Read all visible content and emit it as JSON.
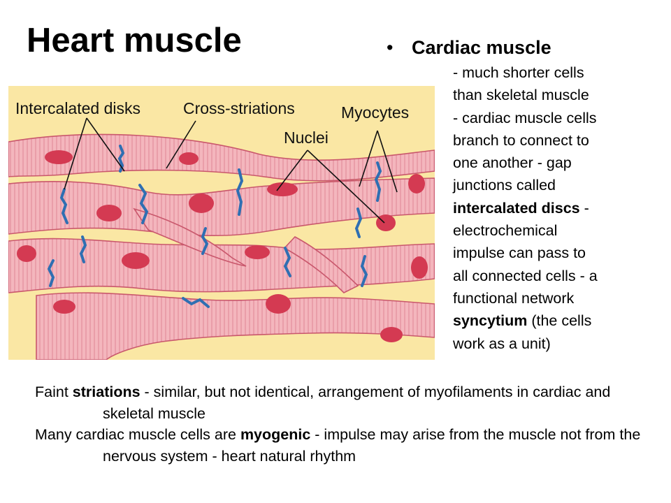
{
  "title": "Heart muscle",
  "bullet": {
    "marker": "•",
    "heading": "Cardiac muscle",
    "lines": [
      {
        "pre": "- much shorter cells",
        "bold": "",
        "post": ""
      },
      {
        "pre": "than skeletal muscle",
        "bold": "",
        "post": ""
      },
      {
        "pre": "- cardiac muscle cells",
        "bold": "",
        "post": ""
      },
      {
        "pre": "branch to connect to",
        "bold": "",
        "post": ""
      },
      {
        "pre": "one another - gap",
        "bold": "",
        "post": ""
      },
      {
        "pre": "junctions called",
        "bold": "",
        "post": ""
      },
      {
        "pre": "",
        "bold": "intercalated discs",
        "post": " -"
      },
      {
        "pre": "electrochemical",
        "bold": "",
        "post": ""
      },
      {
        "pre": "impulse can pass to",
        "bold": "",
        "post": ""
      },
      {
        "pre": "all connected cells - a",
        "bold": "",
        "post": ""
      },
      {
        "pre": "functional network",
        "bold": "",
        "post": ""
      },
      {
        "pre": "",
        "bold": "syncytium",
        "post": " (the cells"
      },
      {
        "pre": "work as a unit)",
        "bold": "",
        "post": ""
      }
    ]
  },
  "diagram": {
    "labels": {
      "intercalated": "Intercalated disks",
      "cross": "Cross-striations",
      "nuclei": "Nuclei",
      "myocytes": "Myocytes"
    },
    "colors": {
      "background": "#fae7a4",
      "cell_fill": "#f4b6bd",
      "cell_outline": "#c9576c",
      "nucleus": "#d43a52",
      "disc": "#2f6fb2"
    }
  },
  "bottom": {
    "p1": {
      "pre": "Faint ",
      "bold": "striations",
      "post": " - similar, but not identical, arrangement of myofilaments in cardiac and skeletal muscle"
    },
    "p2": {
      "pre": "Many cardiac muscle cells are ",
      "bold": "myogenic",
      "post": " - impulse may arise from the muscle not from the nervous system - heart natural rhythm"
    }
  }
}
